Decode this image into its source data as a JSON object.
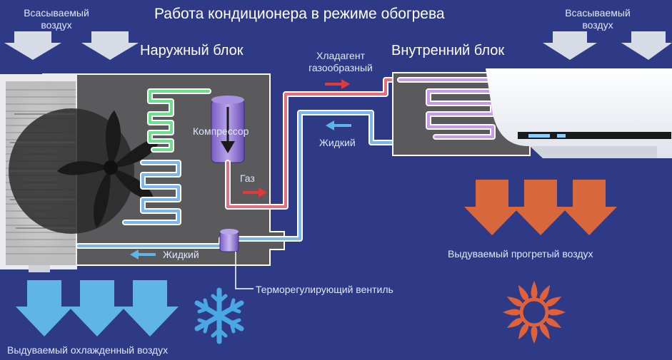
{
  "title": "Работа кондиционера в режиме обогрева",
  "outdoor_unit": {
    "label": "Наружный блок",
    "intake_air_line1": "Всасываемый",
    "intake_air_line2": "воздух",
    "compressor_label": "Компрессор",
    "gas_label": "Газ",
    "liquid_label": "Жидкий",
    "valve_label": "Терморегулирующий вентиль",
    "exhaust_label": "Выдуваемый охлажденный воздух"
  },
  "indoor_unit": {
    "label": "Внутренний блок",
    "intake_air_line1": "Всасываемый",
    "intake_air_line2": "воздух",
    "exhaust_label": "Выдуваемый прогретый воздух"
  },
  "refrigerant": {
    "gas_line1": "Хладагент",
    "gas_line2": "газообразный",
    "liquid_label": "Жидкий"
  },
  "colors": {
    "background": "#2e3a86",
    "unit_panel": "#5a5a5c",
    "hot_pipe": "#e27080",
    "cold_pipe": "#7cb6ea",
    "green_coil": "#6ee08c",
    "violet_coil": "#c99ae6",
    "cold_arrow": "#5fb4e8",
    "warm_arrow": "#d9673c",
    "intake_arrow": "#d6dbe6",
    "snowflake": "#49a8e4",
    "sun": "#e0603a"
  },
  "icons": {
    "snowflake": "snowflake-icon",
    "sun": "sun-icon",
    "fan": "fan-icon",
    "compressor": "compressor-icon",
    "valve": "expansion-valve-icon"
  }
}
